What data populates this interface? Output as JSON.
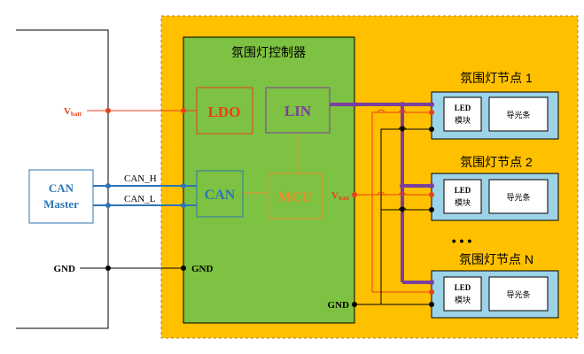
{
  "controller": {
    "title": "氛围灯控制器"
  },
  "blocks": {
    "ldo": "LDO",
    "lin": "LIN",
    "can": "CAN",
    "mcu": "MCU"
  },
  "can_master": {
    "line1": "CAN",
    "line2": "Master"
  },
  "signals": {
    "vbatt_main": "V",
    "vbatt_main_sub": "batt",
    "vbatt_inner": "V",
    "vbatt_inner_sub": "batt",
    "can_h": "CAN_H",
    "can_l": "CAN_L",
    "gnd_left": "GND",
    "gnd_mid": "GND",
    "gnd_right": "GND"
  },
  "nodes": [
    {
      "title": "氛围灯节点 1",
      "led_line1": "LED",
      "led_line2": "模块",
      "guide": "导光条"
    },
    {
      "title": "氛围灯节点 2",
      "led_line1": "LED",
      "led_line2": "模块",
      "guide": "导光条"
    },
    {
      "title": "氛围灯节点 N",
      "led_line1": "LED",
      "led_line2": "模块",
      "guide": "导光条"
    }
  ],
  "ellipsis": "• • •",
  "colors": {
    "outer_bg": "#FFC000",
    "controller_bg": "#7DC242",
    "node_bg": "#9DD3E6",
    "ldo": "#E8401C",
    "lin": "#7B3F9E",
    "can_block": "#2E75B6",
    "mcu_block": "#F28C28",
    "power_wire": "#E8401C",
    "lin_bus": "#7B3F9E",
    "can_wire": "#2E75B6",
    "gnd_wire": "#000000"
  }
}
